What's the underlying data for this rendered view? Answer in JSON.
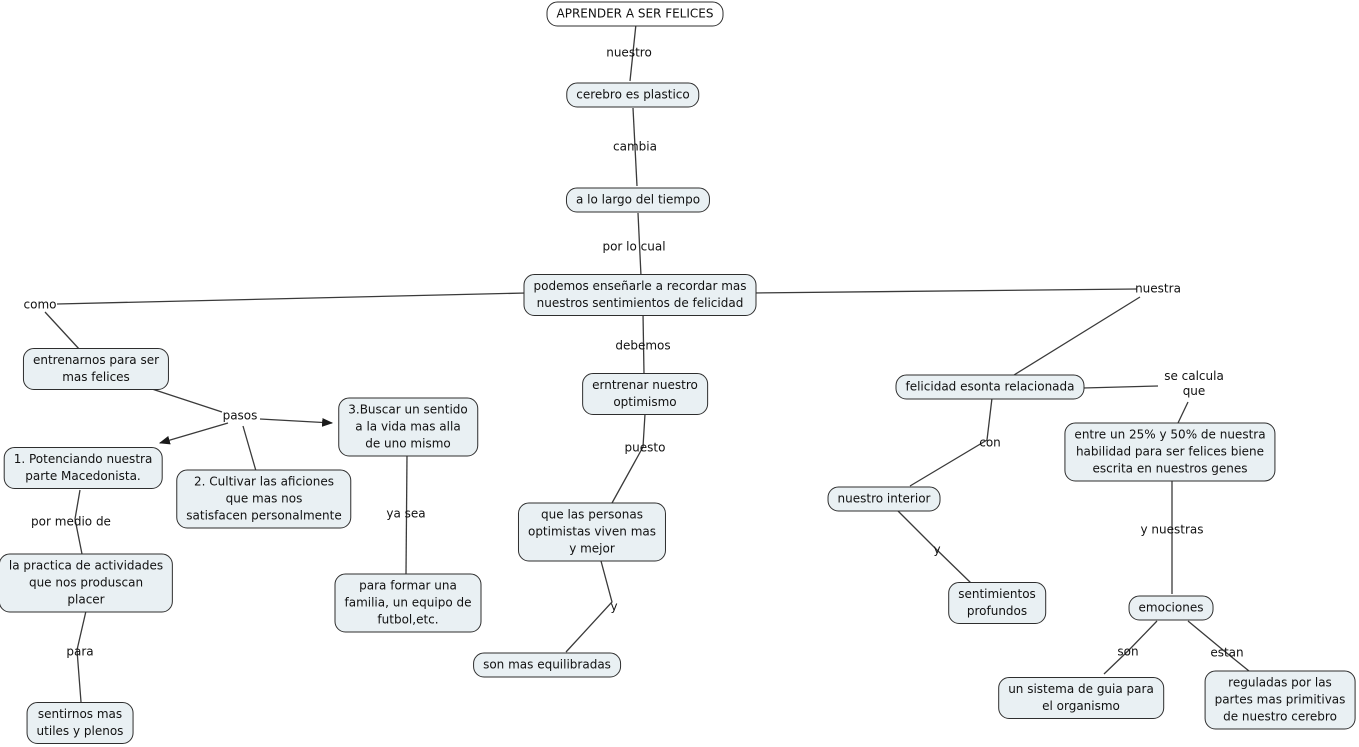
{
  "colors": {
    "background": "#ffffff",
    "node_fill": "#e9f0f3",
    "root_node_fill": "#ffffff",
    "node_border": "#2e2e2e",
    "line_color": "#3a3a3a",
    "text_color": "#111111"
  },
  "nodes": {
    "root": {
      "label": "APRENDER A SER FELICES"
    },
    "cerebro_es_plastico": {
      "label": "cerebro es plastico"
    },
    "a_lo_largo_del_tiempo": {
      "label": "a lo largo del tiempo"
    },
    "podemos_ensenarle": {
      "label": "podemos enseñarle a recordar mas\nnuestros sentimientos de felicidad"
    },
    "entrenarnos": {
      "label": "entrenarnos para ser\nmas felices"
    },
    "paso_1": {
      "label": "1. Potenciando nuestra\nparte Macedonista."
    },
    "paso_2": {
      "label": "2. Cultivar las aficiones\nque mas nos\nsatisfacen personalmente"
    },
    "paso_3": {
      "label": "3.Buscar un sentido\na la vida mas alla\nde uno mismo"
    },
    "la_practica": {
      "label": "la practica de actividades\nque nos produscan\nplacer"
    },
    "sentirnos": {
      "label": "sentirnos mas\nutiles y plenos"
    },
    "para_formar": {
      "label": "para formar una\nfamilia, un equipo de\nfutbol,etc."
    },
    "erntrenar_optimismo": {
      "label": "erntrenar nuestro\noptimismo"
    },
    "personas_optimistas": {
      "label": "que las personas\noptimistas viven mas\ny mejor"
    },
    "son_mas_equilibradas": {
      "label": "son mas equilibradas"
    },
    "felicidad_relacionada": {
      "label": "felicidad esonta relacionada"
    },
    "nuestro_interior": {
      "label": "nuestro interior"
    },
    "sentimientos_profundos": {
      "label": "sentimientos\nprofundos"
    },
    "genes": {
      "label": "entre un 25% y 50% de nuestra\nhabilidad para ser felices biene\nescrita en nuestros genes"
    },
    "emociones": {
      "label": "emociones"
    },
    "sistema_guia": {
      "label": "un sistema de guia para\nel organismo"
    },
    "reguladas": {
      "label": "reguladas por las\npartes mas primitivas\nde nuestro cerebro"
    }
  },
  "links": {
    "nuestro": {
      "label": "nuestro"
    },
    "cambia": {
      "label": "cambia"
    },
    "por_lo_cual": {
      "label": "por lo cual"
    },
    "como": {
      "label": "como"
    },
    "pasos": {
      "label": "pasos"
    },
    "por_medio_de": {
      "label": "por medio de"
    },
    "para": {
      "label": "para"
    },
    "ya_sea": {
      "label": "ya sea"
    },
    "debemos": {
      "label": "debemos"
    },
    "puesto": {
      "label": "puesto"
    },
    "y_1": {
      "label": "y"
    },
    "nuestra": {
      "label": "nuestra"
    },
    "se_calcula_que": {
      "label": "se calcula\nque"
    },
    "con": {
      "label": "con"
    },
    "y_2": {
      "label": "y"
    },
    "y_nuestras": {
      "label": "y nuestras"
    },
    "son": {
      "label": "son"
    },
    "estan": {
      "label": "estan"
    }
  }
}
